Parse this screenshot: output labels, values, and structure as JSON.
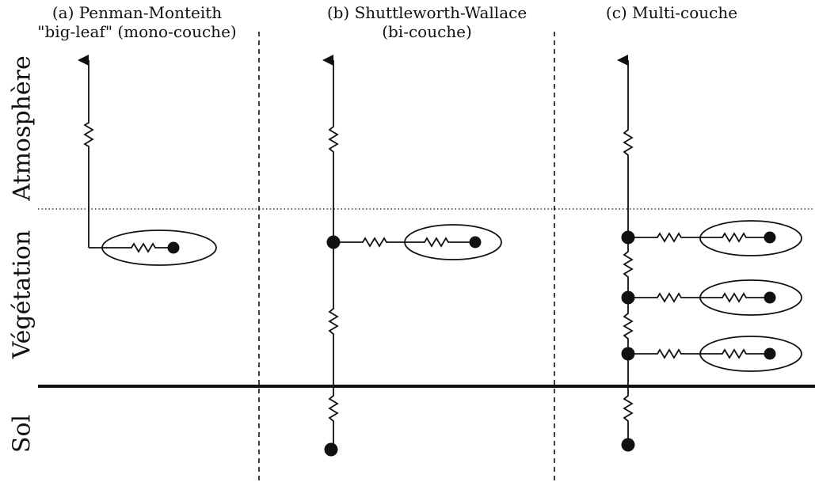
{
  "panels": [
    {
      "title_line1": "(a) Penman-Monteith",
      "title_line2": "\"big-leaf\" (mono-couche)"
    },
    {
      "title_line1": "(b) Shuttleworth-Wallace",
      "title_line2": "(bi-couche)"
    },
    {
      "title_line1": "(c) Multi-couche",
      "title_line2": ""
    }
  ],
  "layers": {
    "atmosphere": "Atmosphère",
    "vegetation": "Végétation",
    "soil": "Sol"
  },
  "colors": {
    "ink": "#111111",
    "background": "#ffffff"
  }
}
